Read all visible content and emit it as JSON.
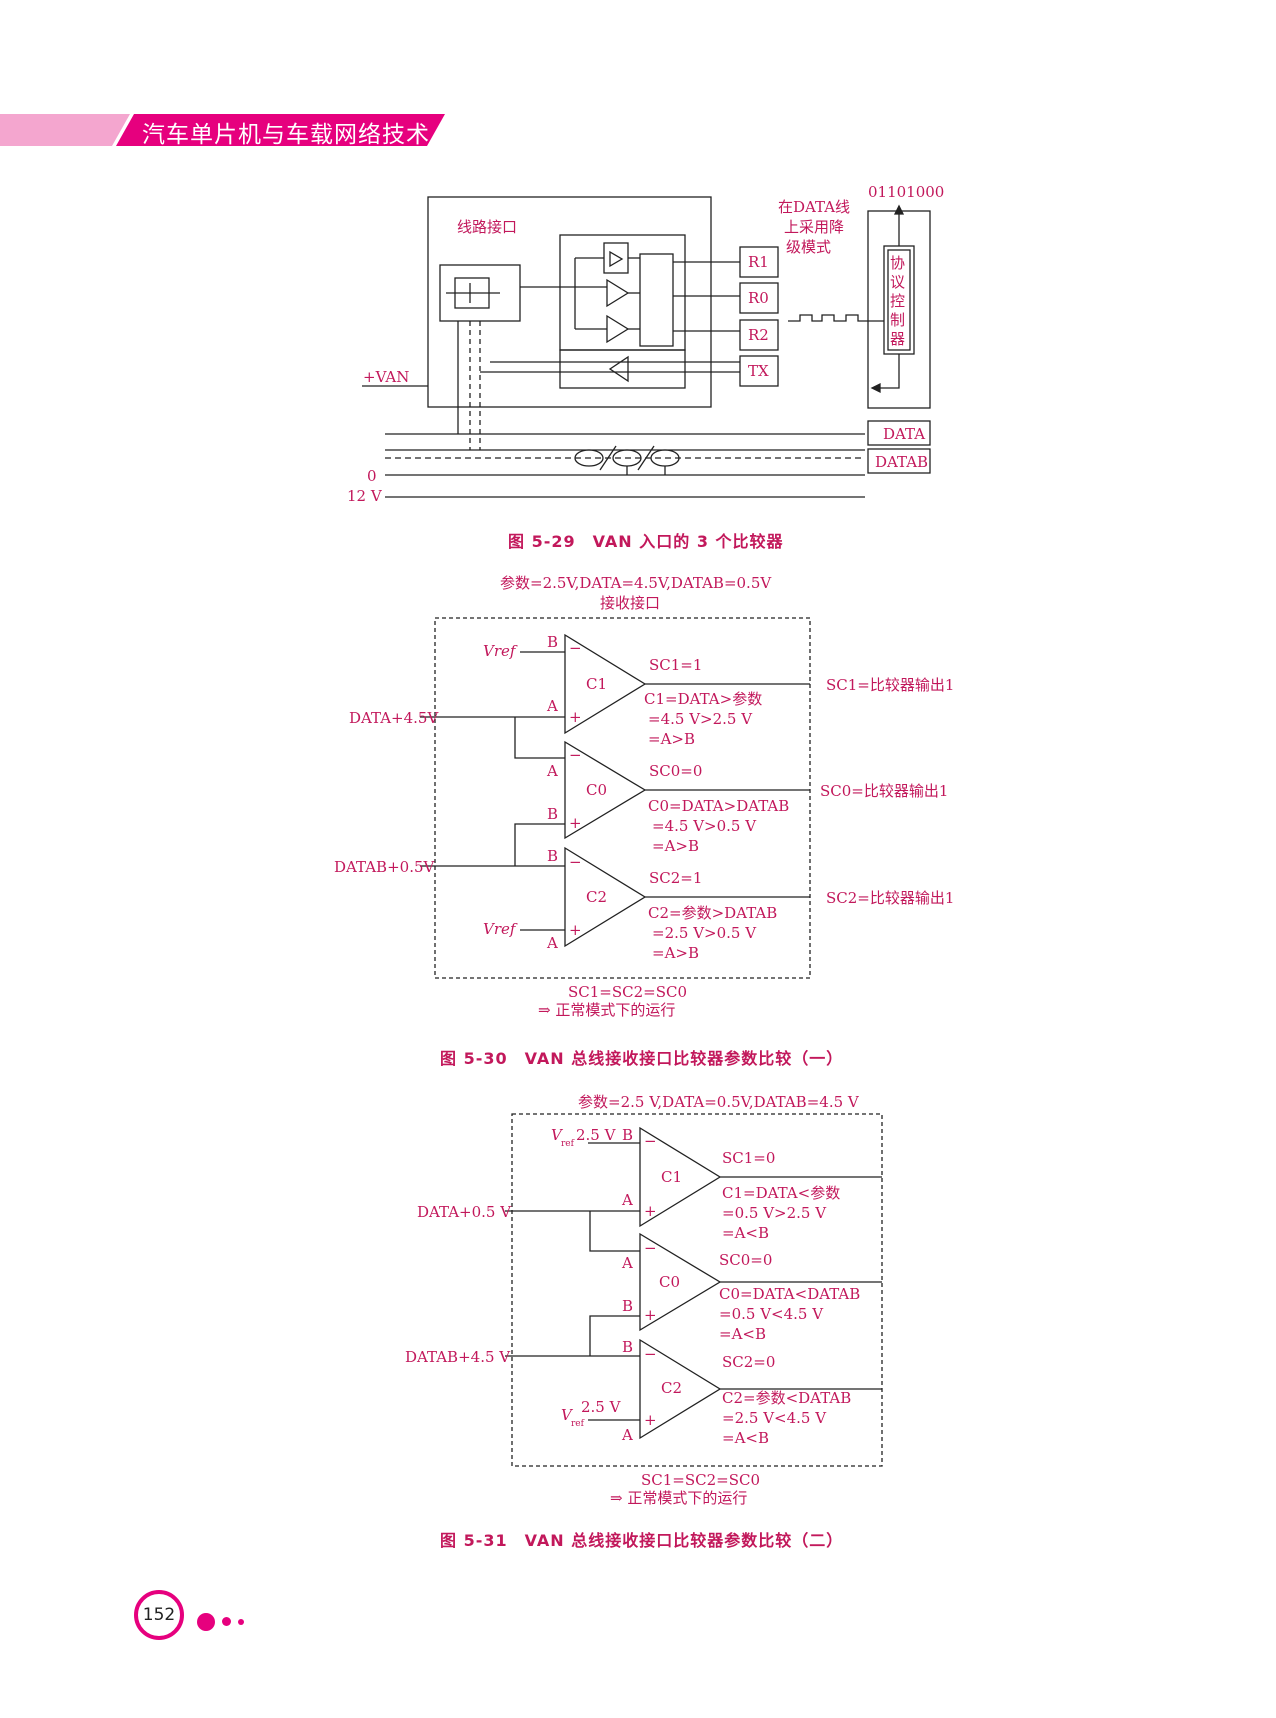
{
  "header": {
    "title": "汽车单片机与车载网络技术",
    "accent": "#e6007e",
    "accent_light": "#f4a6cf"
  },
  "fig29": {
    "caption": "图 5-29　VAN 入口的 3 个比较器",
    "interface_label": "线路接口",
    "van_label": "+VAN",
    "pins": [
      "R1",
      "R0",
      "R2",
      "TX"
    ],
    "degraded_note": [
      "在DATA线",
      "上采用降",
      "级模式"
    ],
    "bits": "01101000",
    "controller": [
      "协",
      "议",
      "控",
      "制",
      "器"
    ],
    "lines": [
      "DATA",
      "DATAB"
    ],
    "zero_label": "0",
    "v12_label": "12 V"
  },
  "fig30": {
    "caption": "图 5-30　VAN 总线接收接口比较器参数比较（一）",
    "params": "参数=2.5V,DATA=4.5V,DATAB=0.5V",
    "subtitle": "接收接口",
    "input_data": "DATA+4.5V",
    "input_datab": "DATAB+0.5V",
    "vref": "Vref",
    "c1": {
      "name": "C1",
      "state": "SC1=1",
      "desc": [
        "C1=DATA>参数",
        "=4.5 V>2.5 V",
        "=A>B"
      ],
      "out": "SC1=比较器输出1"
    },
    "c0": {
      "name": "C0",
      "state": "SC0=0",
      "desc": [
        "C0=DATA>DATAB",
        "=4.5 V>0.5 V",
        "=A>B"
      ],
      "out": "SC0=比较器输出1"
    },
    "c2": {
      "name": "C2",
      "state": "SC2=1",
      "desc": [
        "C2=参数>DATAB",
        "=2.5 V>0.5 V",
        "=A>B"
      ],
      "out": "SC2=比较器输出1"
    },
    "summary": "SC1=SC2=SC0",
    "mode": "⇒ 正常模式下的运行"
  },
  "fig31": {
    "caption": "图 5-31　VAN 总线接收接口比较器参数比较（二）",
    "params": "参数=2.5 V,DATA=0.5V,DATAB=4.5 V",
    "input_data": "DATA+0.5 V",
    "input_datab": "DATAB+4.5 V",
    "vref_v": "V",
    "vref_sub": "ref",
    "vref_value": "2.5 V",
    "c1": {
      "name": "C1",
      "state": "SC1=0",
      "desc": [
        "C1=DATA<参数",
        "=0.5 V>2.5 V",
        "=A<B"
      ]
    },
    "c0": {
      "name": "C0",
      "state": "SC0=0",
      "desc": [
        "C0=DATA<DATAB",
        "=0.5 V<4.5 V",
        "=A<B"
      ]
    },
    "c2": {
      "name": "C2",
      "state": "SC2=0",
      "desc": [
        "C2=参数<DATAB",
        "=2.5 V<4.5 V",
        "=A<B"
      ]
    },
    "summary": "SC1=SC2=SC0",
    "mode": "⇒ 正常模式下的运行"
  },
  "page_number": "152"
}
